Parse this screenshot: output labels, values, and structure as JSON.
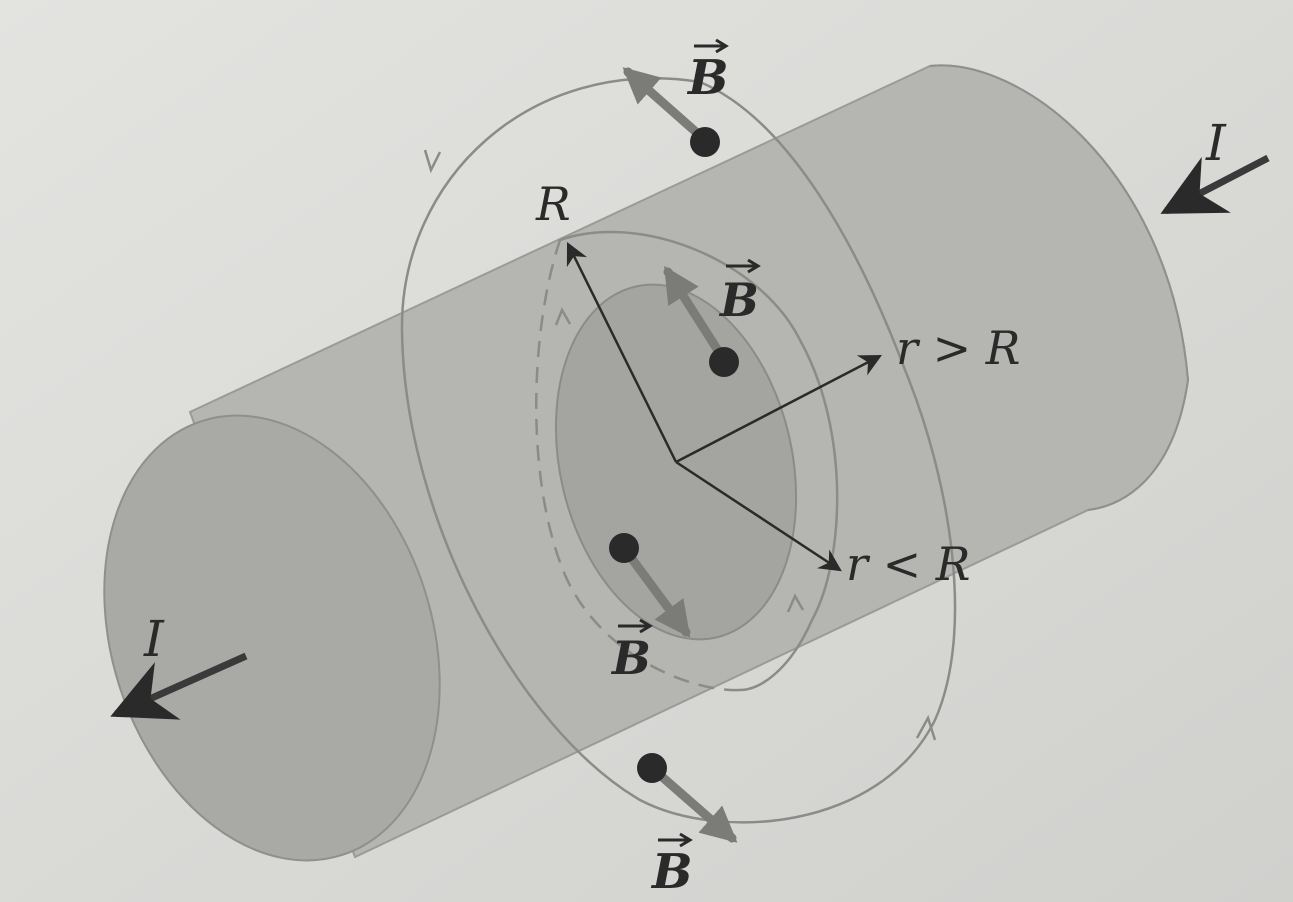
{
  "labels": {
    "current_left": "I",
    "current_right": "I",
    "radius": "R",
    "r_outside": "r > R",
    "r_inside": "r < R",
    "field_symbol": "B"
  },
  "colors": {
    "background": "#d9d9d6",
    "cylinder_fill": "#b5b5b2",
    "cylinder_dark": "#a9a9a6",
    "loop_stroke": "#8b8b88",
    "field_arrow": "#7b7b78",
    "ink": "#2a2a2a"
  },
  "icons": {
    "field_vector_arrow": "right-arrow-accent",
    "point_marker": "filled-dot"
  }
}
